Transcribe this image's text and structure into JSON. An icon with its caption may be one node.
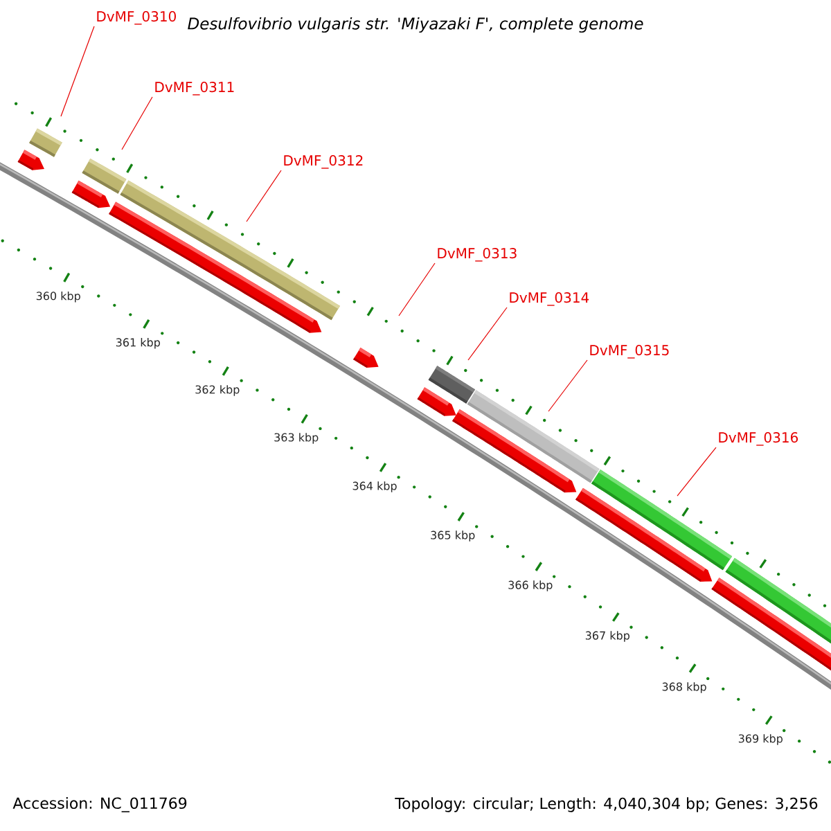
{
  "diagram": {
    "title": "Desulfovibrio vulgaris str. 'Miyazaki F', complete genome",
    "nodes": [
      {
        "text": [
          "DvMF_0310"
        ]
      },
      {
        "text": [
          "DvMF_0311"
        ]
      },
      {
        "text": [
          "DvMF_0312"
        ]
      },
      {
        "text": [
          "DvMF_0313"
        ]
      },
      {
        "text": [
          "DvMF_0314"
        ]
      },
      {
        "text": [
          "DvMF_0315"
        ]
      },
      {
        "text": [
          "DvMF_0316"
        ]
      }
    ],
    "edges": [
      {
        "from": 0,
        "to": null,
        "arrow": "none"
      },
      {
        "from": 1,
        "to": null,
        "arrow": "none"
      },
      {
        "from": 2,
        "to": null,
        "arrow": "none"
      },
      {
        "from": 3,
        "to": null,
        "arrow": "none"
      },
      {
        "from": 4,
        "to": null,
        "arrow": "none"
      },
      {
        "from": 5,
        "to": null,
        "arrow": "none"
      },
      {
        "from": 6,
        "to": null,
        "arrow": "none"
      }
    ],
    "labels": [
      "360 kbp",
      "361 kbp",
      "362 kbp",
      "363 kbp",
      "364 kbp",
      "365 kbp",
      "366 kbp",
      "367 kbp",
      "368 kbp",
      "369 kbp",
      "Accession: NC_011769",
      "Topology: circular; Length: 4,040,304 bp; Genes: 3,256"
    ]
  }
}
